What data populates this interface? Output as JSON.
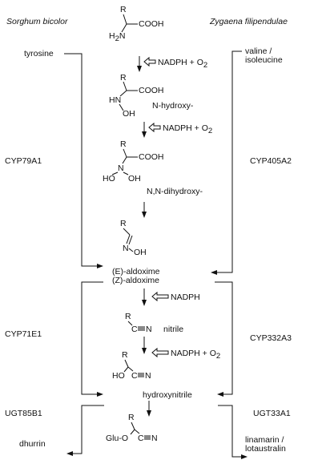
{
  "organisms": {
    "left": "Sorghum bicolor",
    "right": "Zygaena filipendulae"
  },
  "substrates": {
    "left": "tyrosine",
    "right_line1": "valine /",
    "right_line2": "isoleucine"
  },
  "enzymes": {
    "left_1": "CYP79A1",
    "right_1": "CYP405A2",
    "left_2": "CYP71E1",
    "right_2": "CYP332A3",
    "left_3": "UGT85B1",
    "right_3": "UGT33A1"
  },
  "cofactors": {
    "step1": "NADPH + O",
    "step1_sub": "2",
    "step2": "NADPH + O",
    "step2_sub": "2",
    "step3": "NADPH",
    "step4": "NADPH + O",
    "step4_sub": "2"
  },
  "intermediates": {
    "n_hydroxy": "N-hydroxy-",
    "nn_dihydroxy": "N,N-dihydroxy-",
    "e_aldoxime": "(E)-aldoxime",
    "z_aldoxime": "(Z)-aldoxime",
    "nitrile": "nitrile",
    "hydroxynitrile": "hydroxynitrile"
  },
  "products": {
    "left": "dhurrin",
    "right_line1": "linamarin  /",
    "right_line2": "lotaustralin"
  },
  "atoms": {
    "R": "R",
    "COOH": "COOH",
    "H2N": "H",
    "H2N_sub": "2",
    "N": "N",
    "HN": "HN",
    "OH": "OH",
    "HO": "HO",
    "N_eq_OH": "OH",
    "C": "C",
    "Glu_O": "Glu-O"
  }
}
